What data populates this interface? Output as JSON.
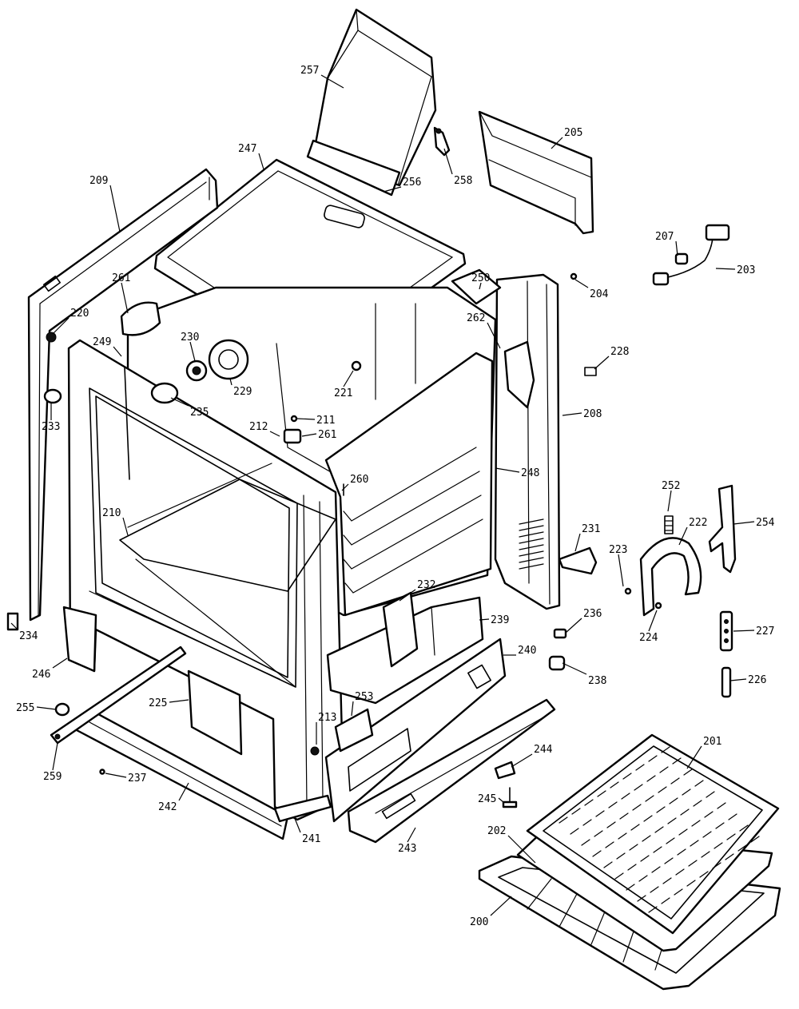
{
  "callouts": [
    {
      "id": "257",
      "label": "257"
    },
    {
      "id": "258",
      "label": "258"
    },
    {
      "id": "205",
      "label": "205"
    },
    {
      "id": "247",
      "label": "247"
    },
    {
      "id": "256",
      "label": "256"
    },
    {
      "id": "209",
      "label": "209"
    },
    {
      "id": "207",
      "label": "207"
    },
    {
      "id": "203",
      "label": "203"
    },
    {
      "id": "261a",
      "label": "261"
    },
    {
      "id": "250",
      "label": "250"
    },
    {
      "id": "204",
      "label": "204"
    },
    {
      "id": "220",
      "label": "220"
    },
    {
      "id": "262",
      "label": "262"
    },
    {
      "id": "249",
      "label": "249"
    },
    {
      "id": "230",
      "label": "230"
    },
    {
      "id": "229",
      "label": "229"
    },
    {
      "id": "221",
      "label": "221"
    },
    {
      "id": "228",
      "label": "228"
    },
    {
      "id": "233",
      "label": "233"
    },
    {
      "id": "235",
      "label": "235"
    },
    {
      "id": "211",
      "label": "211"
    },
    {
      "id": "208",
      "label": "208"
    },
    {
      "id": "212",
      "label": "212"
    },
    {
      "id": "261b",
      "label": "261"
    },
    {
      "id": "260",
      "label": "260"
    },
    {
      "id": "248",
      "label": "248"
    },
    {
      "id": "252",
      "label": "252"
    },
    {
      "id": "222",
      "label": "222"
    },
    {
      "id": "254",
      "label": "254"
    },
    {
      "id": "210",
      "label": "210"
    },
    {
      "id": "231",
      "label": "231"
    },
    {
      "id": "223",
      "label": "223"
    },
    {
      "id": "232",
      "label": "232"
    },
    {
      "id": "236",
      "label": "236"
    },
    {
      "id": "234",
      "label": "234"
    },
    {
      "id": "239",
      "label": "239"
    },
    {
      "id": "224",
      "label": "224"
    },
    {
      "id": "227",
      "label": "227"
    },
    {
      "id": "246",
      "label": "246"
    },
    {
      "id": "240",
      "label": "240"
    },
    {
      "id": "238",
      "label": "238"
    },
    {
      "id": "225",
      "label": "225"
    },
    {
      "id": "226",
      "label": "226"
    },
    {
      "id": "255",
      "label": "255"
    },
    {
      "id": "253",
      "label": "253"
    },
    {
      "id": "213",
      "label": "213"
    },
    {
      "id": "201",
      "label": "201"
    },
    {
      "id": "244",
      "label": "244"
    },
    {
      "id": "259",
      "label": "259"
    },
    {
      "id": "237",
      "label": "237"
    },
    {
      "id": "245",
      "label": "245"
    },
    {
      "id": "242",
      "label": "242"
    },
    {
      "id": "202",
      "label": "202"
    },
    {
      "id": "241",
      "label": "241"
    },
    {
      "id": "243",
      "label": "243"
    },
    {
      "id": "200",
      "label": "200"
    }
  ]
}
